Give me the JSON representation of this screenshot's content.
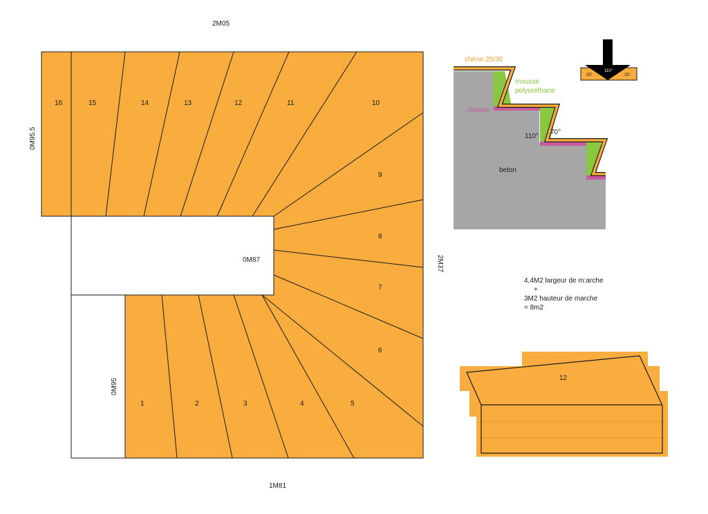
{
  "colors": {
    "wood": "#f9ad3f",
    "foam": "#8bc640",
    "screed": "#c85aa0",
    "concrete": "#a6a6a6",
    "outline": "#1a1a1a",
    "oak_label": "#f3a236"
  },
  "plan": {
    "dim_top": "2M05",
    "dim_left": "0M95.5",
    "dim_right": "2M37",
    "dim_bottom": "1M81",
    "dim_inner": "0M87",
    "dim_lower_left": "0M95",
    "steps": [
      "1",
      "2",
      "3",
      "4",
      "5",
      "6",
      "7",
      "8",
      "9",
      "10",
      "11",
      "12",
      "13",
      "14",
      "15",
      "16"
    ]
  },
  "section": {
    "oak_label": "chêne 25/30",
    "foam_label_line1": "mousse",
    "foam_label_line2": "polyuréthane",
    "screed_label": "chappe",
    "angle_obtuse": "110°",
    "angle_acute": "70°",
    "concrete_label": "beton",
    "arrow_angle_center": "110°",
    "arrow_angle_left": "35°",
    "arrow_angle_right": "35°"
  },
  "note": {
    "line1": "4,4M2 largeur de m:arche",
    "line2": "+",
    "line3": "3M2 hauteur de marche",
    "line4": "= 8m2"
  },
  "tread_detail": {
    "step_label": "12"
  }
}
